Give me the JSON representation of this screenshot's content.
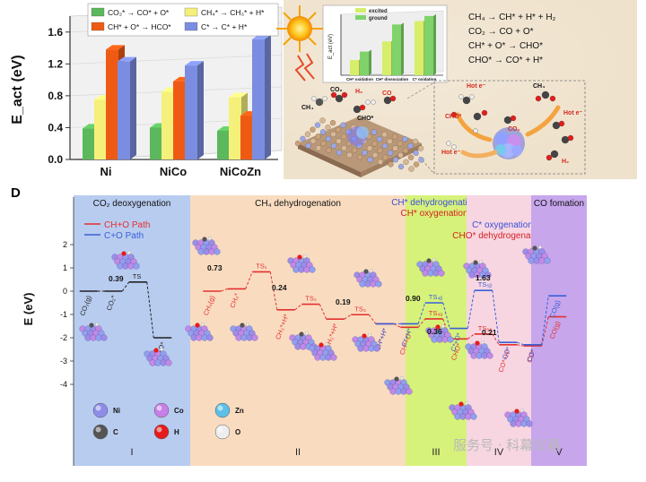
{
  "panel_d_letter": "D",
  "watermark": "服务号 · 科幕仪器",
  "chart_data": [
    {
      "type": "bar",
      "ylabel": "E_act (eV)",
      "ylim": [
        0.0,
        1.8
      ],
      "yticks": [
        0.0,
        0.4,
        0.8,
        1.2,
        1.6
      ],
      "categories": [
        "Ni",
        "NiCo",
        "NiCoZn"
      ],
      "series": [
        {
          "name": "CO₂* → CO* + O*",
          "color": "#5cb85c",
          "values": [
            0.39,
            0.4,
            0.36
          ]
        },
        {
          "name": "CH₄* → CH₃* + H*",
          "color": "#f5f07a",
          "values": [
            0.75,
            0.85,
            0.78
          ]
        },
        {
          "name": "CH* + O* → HCO*",
          "color": "#ee5a14",
          "values": [
            1.38,
            0.98,
            0.55
          ]
        },
        {
          "name": "C* → C* + H*",
          "color": "#7b8de0",
          "values": [
            1.23,
            1.18,
            1.51
          ]
        }
      ]
    },
    {
      "type": "bar",
      "ylabel": "E_act (eV)",
      "categories": [
        "CH* oxidation",
        "CH* dissociation",
        "C* oxidation"
      ],
      "series": [
        {
          "name": "excited",
          "color": "#d6ee6a",
          "values": [
            0.45,
            1.0,
            1.6
          ]
        },
        {
          "name": "ground",
          "color": "#7fd36a",
          "values": [
            0.7,
            1.5,
            1.75
          ]
        }
      ],
      "equations": [
        "CH₄ → CH* + H* + H₂",
        "CO₂ → CO + O*",
        "CH* + O* → CHO*",
        "CHO* → CO* + H*"
      ],
      "scene_labels": [
        "CH₄",
        "CO₂",
        "H₂",
        "CO",
        "CHO*",
        "Hot e⁻",
        "CH₄",
        "CO₂",
        "CHO*",
        "Hot e⁻",
        "Hot e⁻",
        "H₂",
        "CO"
      ]
    },
    {
      "type": "line",
      "ylabel": "E (eV)",
      "ylim": [
        -4.2,
        2.2
      ],
      "yticks": [
        2,
        1,
        0,
        -1,
        -2,
        -3,
        -4
      ],
      "stages": [
        {
          "title": "CO₂ deoxygenation",
          "roman": "I",
          "color": "#b8ccf0"
        },
        {
          "title": "CH₄ dehydrogenation",
          "roman": "II",
          "color": "#f9dcc0"
        },
        {
          "title": "CH* dehydrogenation",
          "title2": "CH* oxygenation",
          "roman": "III",
          "color": "#d7f27a"
        },
        {
          "title": "C* oxygenation",
          "title2": "CHO* dehydrogenation",
          "roman": "IV",
          "color": "#f7d6e2"
        },
        {
          "title": "CO fomation",
          "roman": "V",
          "color": "#c7a6ec"
        }
      ],
      "legend": [
        {
          "name": "CH+O Path",
          "color": "#e33030"
        },
        {
          "name": "C+O Path",
          "color": "#3a5fd8"
        }
      ],
      "stage1_levels": [
        {
          "x": 0.5,
          "y": 0.0,
          "label": "CO₂(g)"
        },
        {
          "x": 1.5,
          "y": 0.0,
          "label": "CO₂*"
        },
        {
          "x": 2.5,
          "y": 0.39,
          "label": "TS"
        },
        {
          "x": 3.5,
          "y": -2.0,
          "label": "CO*+O*"
        }
      ],
      "ch_o_path": [
        {
          "x": 5.5,
          "y": 0.0,
          "label": "CH₄(g)"
        },
        {
          "x": 6.5,
          "y": 0.1,
          "label": "CH₄*"
        },
        {
          "x": 7.5,
          "y": 0.83,
          "label": "TS₁"
        },
        {
          "x": 8.5,
          "y": -0.8,
          "label": "CH₃*+H*"
        },
        {
          "x": 9.5,
          "y": -0.56,
          "label": "TS₂"
        },
        {
          "x": 10.5,
          "y": -1.2,
          "label": "CH₂*+H*"
        },
        {
          "x": 11.5,
          "y": -1.01,
          "label": "TS₃"
        },
        {
          "x": 12.5,
          "y": -1.4,
          "label": "CH*+H*"
        },
        {
          "x": 13.5,
          "y": -1.55,
          "label": "CH*+O*"
        },
        {
          "x": 14.5,
          "y": -1.19,
          "label": "TS₄ₐ"
        },
        {
          "x": 15.5,
          "y": -2.05,
          "label": "CHO*"
        },
        {
          "x": 16.5,
          "y": -1.84,
          "label": "TS₅ₐ"
        },
        {
          "x": 17.5,
          "y": -2.3,
          "label": "CO*+H*"
        },
        {
          "x": 18.5,
          "y": -2.35,
          "label": "CO*"
        },
        {
          "x": 19.5,
          "y": -1.1,
          "label": "CO(g)"
        }
      ],
      "c_o_path": [
        {
          "x": 12.5,
          "y": -1.4,
          "label": "CH*+H*"
        },
        {
          "x": 13.5,
          "y": -1.4,
          "label": "C*+H*"
        },
        {
          "x": 14.5,
          "y": -0.5,
          "label": "TS₄ᵦ"
        },
        {
          "x": 15.5,
          "y": -1.6,
          "label": "C*+O*"
        },
        {
          "x": 16.5,
          "y": 0.03,
          "label": "TS₅ᵦ"
        },
        {
          "x": 17.5,
          "y": -2.2,
          "label": "CO*"
        },
        {
          "x": 18.5,
          "y": -2.3,
          "label": "CO*"
        },
        {
          "x": 19.5,
          "y": -0.2,
          "label": "CO(g)"
        }
      ],
      "barriers": [
        "0.39",
        "0.73",
        "0.24",
        "0.19",
        "0.90",
        "0.36",
        "1.63",
        "0.21"
      ],
      "atom_legend": [
        {
          "symbol": "Ni",
          "color": "#8d8de8"
        },
        {
          "symbol": "Co",
          "color": "#c780e8"
        },
        {
          "symbol": "Zn",
          "color": "#5cc0e8"
        },
        {
          "symbol": "C",
          "color": "#555555"
        },
        {
          "symbol": "H",
          "color": "#e51c1c"
        },
        {
          "symbol": "O",
          "color": "#eeeeee"
        }
      ]
    }
  ]
}
